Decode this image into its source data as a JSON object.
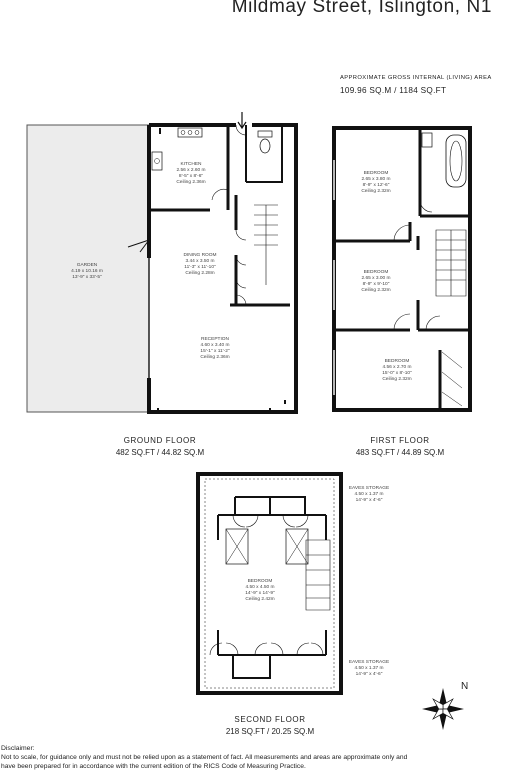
{
  "header": {
    "title": "Mildmay Street,  Islington,  N1",
    "area_caption": "APPROXIMATE GROSS INTERNAL (LIVING) AREA",
    "area_value": "109.96 SQ.M / 1184 SQ.FT"
  },
  "ground_floor": {
    "name": "GROUND FLOOR",
    "area": "482 SQ.FT / 44.82 SQ.M",
    "rooms": {
      "garden": [
        "GARDEN",
        "4.19 x 10.16 m",
        "13'-9\" x 33'-5\""
      ],
      "kitchen": [
        "KITCHEN",
        "2.56 x 2.60 m",
        "8'-5\" x 8'-6\"",
        "Ceiling 2.36m"
      ],
      "dining": [
        "DINING ROOM",
        "3.44 x 3.50 m",
        "11'-3\" x 11'-10\"",
        "Ceiling 2.28m"
      ],
      "reception": [
        "RECEPTION",
        "4.60 x 3.40 m",
        "15'-1\" x 11'-2\"",
        "Ceiling 2.36m"
      ]
    }
  },
  "first_floor": {
    "name": "FIRST FLOOR",
    "area": "483 SQ.FT / 44.89 SQ.M",
    "rooms": {
      "bedroom1": [
        "BEDROOM",
        "2.65 x 3.80 m",
        "8'-9\" x 12'-6\"",
        "Ceiling 2.32m"
      ],
      "bedroom2": [
        "BEDROOM",
        "2.65 x 3.00 m",
        "8'-9\" x 9'-10\"",
        "Ceiling 2.32m"
      ],
      "bedroom3": [
        "BEDROOM",
        "4.56 x 2.70 m",
        "15'-0\" x 8'-10\"",
        "Ceiling 2.32m"
      ]
    }
  },
  "second_floor": {
    "name": "SECOND FLOOR",
    "area": "218 SQ.FT / 20.25 SQ.M",
    "rooms": {
      "eaves_top": [
        "EAVES STORAGE",
        "4.50 x 1.37 m",
        "14'-9\" x 4'-6\""
      ],
      "bedroom": [
        "BEDROOM",
        "4.50 x 4.50 m",
        "14'-9\" x 14'-9\"",
        "Ceiling 2.42m"
      ],
      "eaves_bottom": [
        "EAVES STORAGE",
        "4.50 x 1.37 m",
        "14'-9\" x 4'-6\""
      ]
    }
  },
  "compass": {
    "label": "N",
    "icon": "compass-rose-icon"
  },
  "disclaimer": {
    "title": "Disclaimer:",
    "line1": "Not to scale, for guidance only and must not be relied upon as a statement of fact. All measurements and areas are approximate only and",
    "line2": "have been prepared for in accordance with the current edition of the RICS Code of Measuring Practice."
  },
  "colors": {
    "wall": "#111111",
    "garden": "#ececec",
    "line": "#333333"
  }
}
